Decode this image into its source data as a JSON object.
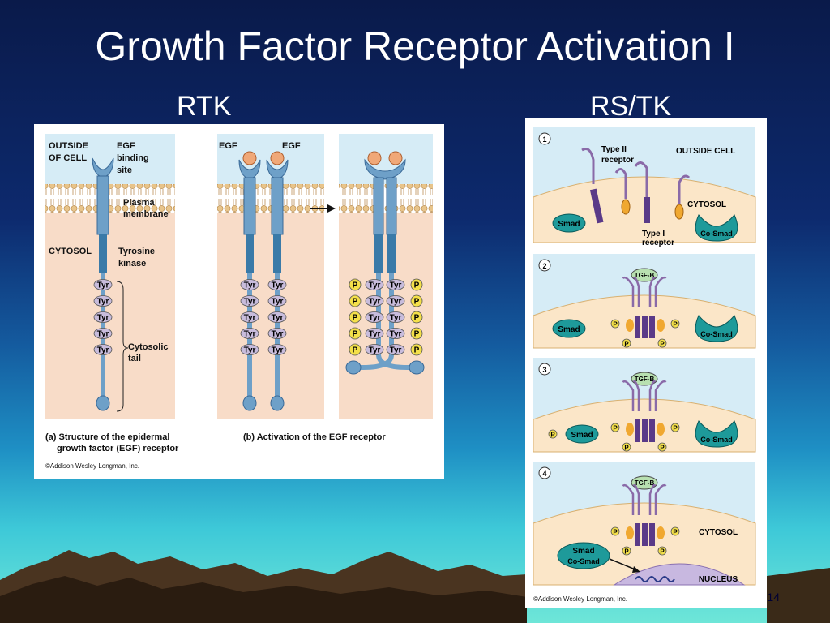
{
  "slide": {
    "title": "Growth Factor Receptor Activation I",
    "left_heading": "RTK",
    "right_heading": "RS/TK",
    "page_number": "14"
  },
  "rtk_figure": {
    "outside_label_line1": "OUTSIDE",
    "outside_label_line2": "OF CELL",
    "egf_site_line1": "EGF",
    "egf_site_line2": "binding",
    "egf_site_line3": "site",
    "membrane_line1": "Plasma",
    "membrane_line2": "membrane",
    "cytosol": "CYTOSOL",
    "kinase_line1": "Tyrosine",
    "kinase_line2": "kinase",
    "tail_line1": "Cytosolic",
    "tail_line2": "tail",
    "tyr": "Tyr",
    "phos": "P",
    "egf": "EGF",
    "caption_a_line1": "(a) Structure of the epidermal",
    "caption_a_line2": "growth factor (EGF) receptor",
    "caption_b": "(b) Activation of the EGF receptor",
    "credit": "©Addison Wesley Longman, Inc."
  },
  "rstk_figure": {
    "step1": "1",
    "step2": "2",
    "step3": "3",
    "step4": "4",
    "type2_line1": "Type II",
    "type2_line2": "receptor",
    "type1_line1": "Type I",
    "type1_line2": "receptor",
    "outside_cell": "OUTSIDE CELL",
    "cytosol": "CYTOSOL",
    "smad": "Smad",
    "co_smad": "Co-Smad",
    "tgf": "TGF-B",
    "phos": "P",
    "nucleus": "NUCLEUS",
    "credit": "©Addison Wesley Longman, Inc."
  },
  "colors": {
    "receptor_blue": "#6ea0c8",
    "membrane_tan": "#e8c48a",
    "cytosol_peach": "#f8dcc8",
    "outside_blue": "#d6ecf6",
    "smad_teal": "#1e9a9a",
    "receptor_purple": "#8a6aa8",
    "tyr_lavender": "#c8bcdc",
    "phospho_yellow": "#f4e04a"
  }
}
